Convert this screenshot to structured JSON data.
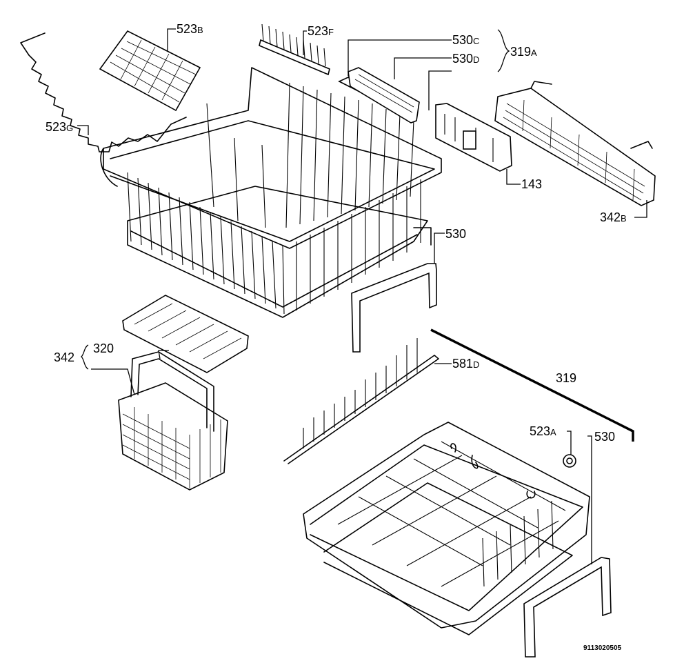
{
  "labels": {
    "l523b": {
      "num": "523",
      "suf": "B"
    },
    "l523f": {
      "num": "523",
      "suf": "F"
    },
    "l530c": {
      "num": "530",
      "suf": "C"
    },
    "l530d": {
      "num": "530",
      "suf": "D"
    },
    "l319a": {
      "num": "319",
      "suf": "A"
    },
    "l523g": {
      "num": "523",
      "suf": "G"
    },
    "l143": {
      "num": "143",
      "suf": ""
    },
    "l342b": {
      "num": "342",
      "suf": "B"
    },
    "l530top": {
      "num": "530",
      "suf": ""
    },
    "l342": {
      "num": "342",
      "suf": ""
    },
    "l320": {
      "num": "320",
      "suf": ""
    },
    "l581d": {
      "num": "581",
      "suf": "D"
    },
    "l319": {
      "num": "319",
      "suf": ""
    },
    "l523a": {
      "num": "523",
      "suf": "A"
    },
    "l530bot": {
      "num": "530",
      "suf": ""
    }
  },
  "drawing_code": "9113020505"
}
